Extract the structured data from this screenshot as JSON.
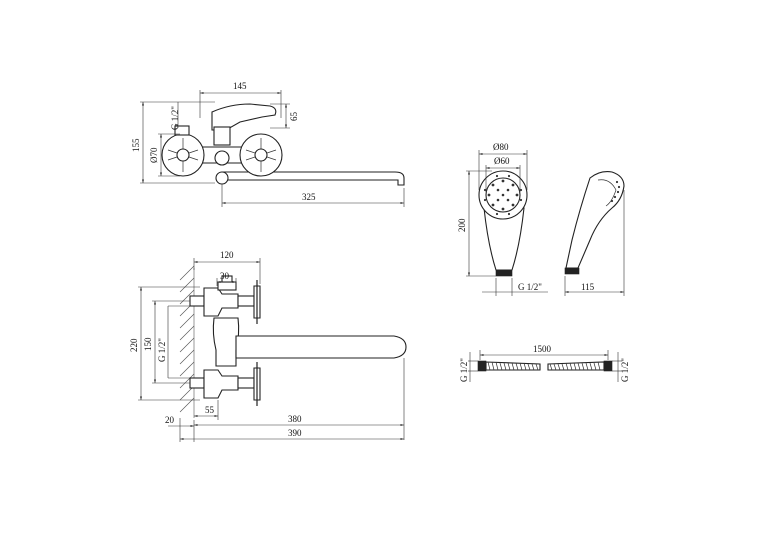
{
  "top_view": {
    "dim_145": "145",
    "dim_65": "65",
    "dim_155": "155",
    "dim_d70": "Ø70",
    "dim_g12": "G 1/2\"",
    "dim_325": "325"
  },
  "side_view": {
    "dim_120": "120",
    "dim_30": "30",
    "dim_220": "220",
    "dim_150": "150",
    "dim_g12": "G 1/2\"",
    "dim_55": "55",
    "dim_20": "20",
    "dim_380": "380",
    "dim_390": "390"
  },
  "shower_head": {
    "dim_d80": "Ø80",
    "dim_d60": "Ø60",
    "dim_200": "200",
    "dim_g12": "G 1/2\"",
    "dim_115": "115"
  },
  "hose": {
    "dim_1500": "1500",
    "dim_g12_left": "G 1/2\"",
    "dim_g12_right": "G 1/2\""
  }
}
